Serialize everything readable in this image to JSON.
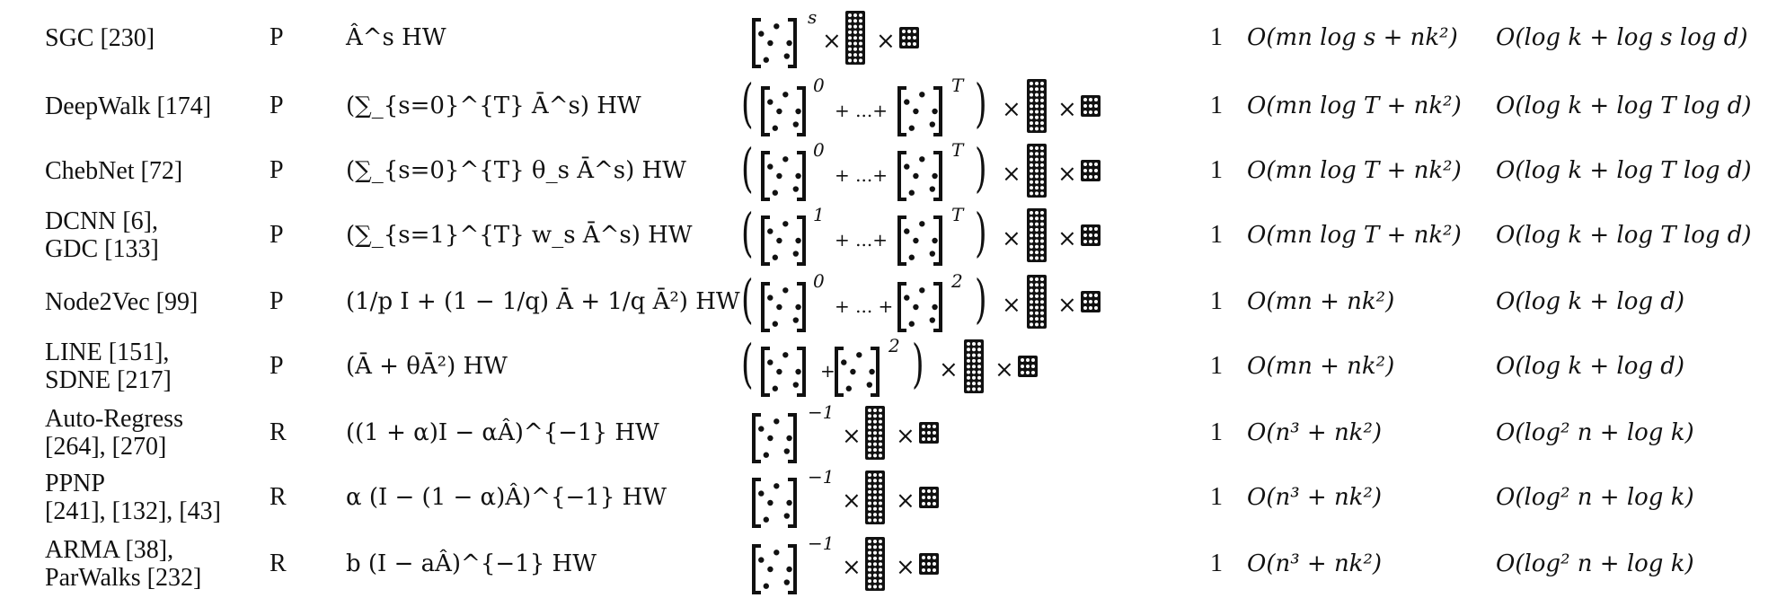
{
  "rows": [
    {
      "name": [
        "SGC [230]"
      ],
      "type": "P",
      "formula": "Â^s HW",
      "viz": {
        "kind": "power",
        "exp": "s"
      },
      "one": "1",
      "time": "O(mn log s + nk²)",
      "depth": "O(log k + log s log d)"
    },
    {
      "name": [
        "DeepWalk [174]"
      ],
      "type": "P",
      "formula": "(∑_{s=0}^{T} Ā^s) HW",
      "viz": {
        "kind": "sum",
        "exp_start": "0",
        "exp_end": "T",
        "sep": "+ ...+"
      },
      "one": "1",
      "time": "O(mn log T + nk²)",
      "depth": "O(log k + log T log d)"
    },
    {
      "name": [
        "ChebNet [72]"
      ],
      "type": "P",
      "formula": "(∑_{s=0}^{T} θ_s Ā^s) HW",
      "viz": {
        "kind": "sum",
        "exp_start": "0",
        "exp_end": "T",
        "sep": "+ ...+"
      },
      "one": "1",
      "time": "O(mn log T + nk²)",
      "depth": "O(log k + log T log d)"
    },
    {
      "name": [
        "DCNN [6],",
        "GDC [133]"
      ],
      "type": "P",
      "formula": "(∑_{s=1}^{T} w_s Ā^s) HW",
      "viz": {
        "kind": "sum",
        "exp_start": "1",
        "exp_end": "T",
        "sep": "+ ...+"
      },
      "one": "1",
      "time": "O(mn log T + nk²)",
      "depth": "O(log k + log T log d)"
    },
    {
      "name": [
        "Node2Vec [99]"
      ],
      "type": "P",
      "formula": "(1/p I + (1 − 1/q) Ā + 1/q Ā²) HW",
      "viz": {
        "kind": "sum",
        "exp_start": "0",
        "exp_end": "2",
        "sep": "+ ... +"
      },
      "one": "1",
      "time": "O(mn + nk²)",
      "depth": "O(log k + log d)"
    },
    {
      "name": [
        "LINE [151],",
        "SDNE [217]"
      ],
      "type": "P",
      "formula": "(Ā + θĀ²) HW",
      "viz": {
        "kind": "sum",
        "exp_start": "",
        "exp_end": "2",
        "sep": "+"
      },
      "one": "1",
      "time": "O(mn + nk²)",
      "depth": "O(log k + log d)"
    },
    {
      "name": [
        "Auto-Regress",
        "[264], [270]"
      ],
      "type": "R",
      "formula": "((1 + α)I − αÂ)^{−1} HW",
      "viz": {
        "kind": "power",
        "exp": "−1"
      },
      "one": "1",
      "time": "O(n³ + nk²)",
      "depth": "O(log² n + log k)"
    },
    {
      "name": [
        "PPNP",
        "[241], [132], [43]"
      ],
      "type": "R",
      "formula": "α (I − (1 − α)Â)^{−1} HW",
      "viz": {
        "kind": "power",
        "exp": "−1"
      },
      "one": "1",
      "time": "O(n³ + nk²)",
      "depth": "O(log² n + log k)"
    },
    {
      "name": [
        "ARMA [38],",
        "ParWalks [232]"
      ],
      "type": "R",
      "formula": "b (I − aÂ)^{−1} HW",
      "viz": {
        "kind": "power",
        "exp": "−1"
      },
      "one": "1",
      "time": "O(n³ + nk²)",
      "depth": "O(log² n + log k)"
    }
  ],
  "symbols": {
    "times": "×",
    "paren_open": "(",
    "paren_close": ")"
  }
}
